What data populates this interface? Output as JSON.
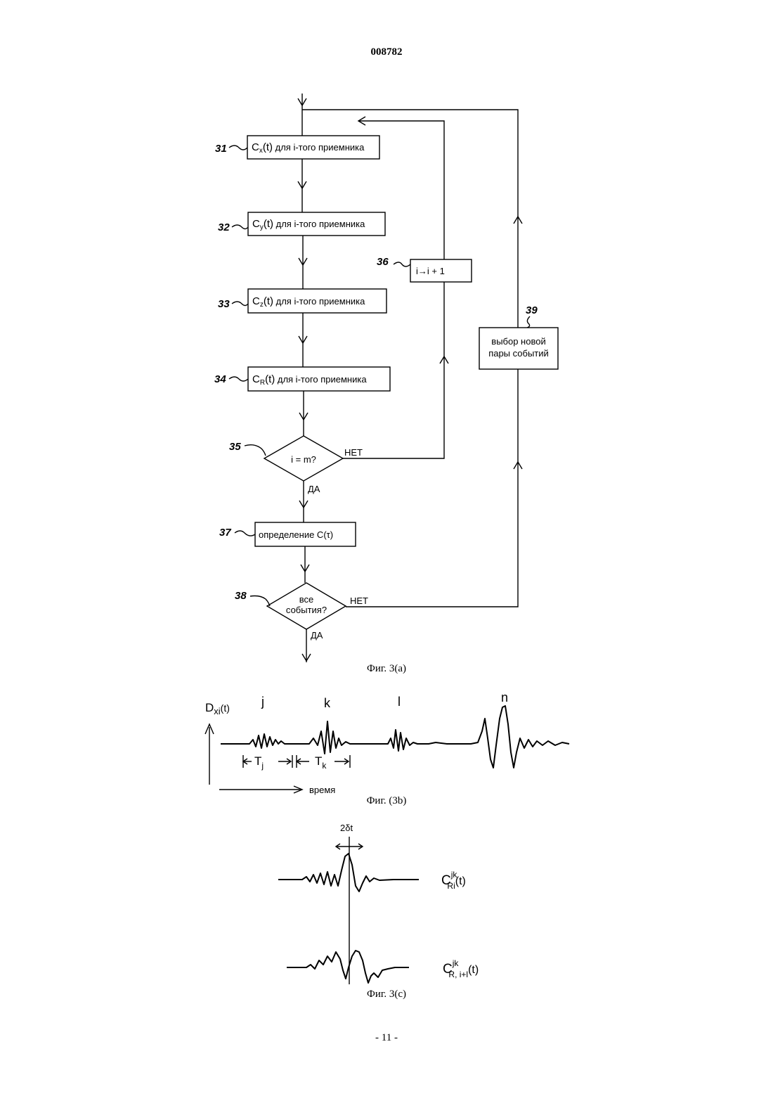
{
  "header": {
    "doc_number": "008782"
  },
  "fig3a": {
    "caption": "Фиг. 3(а)",
    "blocks": {
      "b31": {
        "num": "31",
        "sym": "C",
        "sub": "x",
        "arg": "(t)",
        "text": " для i-того приемника"
      },
      "b32": {
        "num": "32",
        "sym": "C",
        "sub": "y",
        "arg": "(t)",
        "text": " для i-того приемника"
      },
      "b33": {
        "num": "33",
        "sym": "C",
        "sub": "z",
        "arg": "(t)",
        "text": " для i-того приемника"
      },
      "b34": {
        "num": "34",
        "sym": "C",
        "sub": "R",
        "arg": "(t)",
        "text": " для i-того приемника"
      },
      "b36": {
        "num": "36",
        "text": "i→i + 1"
      },
      "b37": {
        "num": "37",
        "text": "определение  C(τ)"
      },
      "b39": {
        "num": "39",
        "line1": "выбор новой",
        "line2": "пары событий"
      }
    },
    "decisions": {
      "d35": {
        "num": "35",
        "text": "i = m?",
        "no": "НЕТ",
        "yes": "ДА"
      },
      "d38": {
        "num": "38",
        "line1": "все",
        "line2": "события?",
        "no": "НЕТ",
        "yes": "ДА"
      }
    }
  },
  "fig3b": {
    "caption": "Фиг. (3b)",
    "ylabel_main": "D",
    "ylabel_sub": "xi",
    "ylabel_arg": "(t)",
    "events": [
      "j",
      "k",
      "l",
      "n"
    ],
    "interval_j": {
      "main": "T",
      "sub": "j"
    },
    "interval_k": {
      "main": "T",
      "sub": "k"
    },
    "xlabel": "время"
  },
  "fig3c": {
    "caption": "Фиг. 3(с)",
    "delta_label": "2δt",
    "trace1": {
      "main": "C",
      "sup": "jk",
      "sub": "Ri",
      "arg": "(t)"
    },
    "trace2": {
      "main": "C",
      "sup": "jk",
      "sub": "R, i+l",
      "arg": "(t)"
    }
  },
  "footer": {
    "page_number": "- 11 -"
  }
}
